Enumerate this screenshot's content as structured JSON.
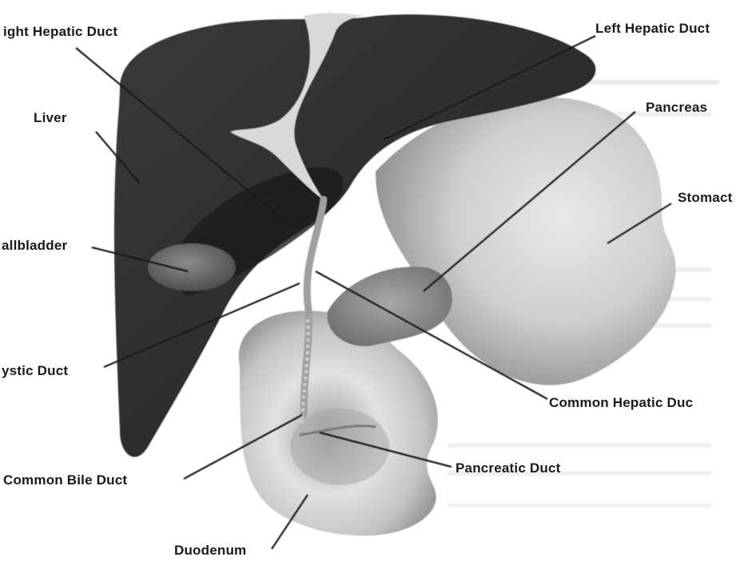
{
  "figure": {
    "labels": {
      "right_hepatic_duct": "ight Hepatic Duct",
      "left_hepatic_duct": "Left Hepatic Duct",
      "liver": "Liver",
      "pancreas": "Pancreas",
      "stomach": "Stomact",
      "gallbladder": "allbladder",
      "cystic_duct": "ystic Duct",
      "common_hepatic_duct": "Common Hepatic Duc",
      "common_bile_duct": "Common Bile Duct",
      "pancreatic_duct": "Pancreatic Duct",
      "duodenum": "Duodenum"
    },
    "colors": {
      "liver": "#2f2f2f",
      "liver_shadow": "#1c1c1c",
      "ducts": "#d9d9d9",
      "stomach": "#cdcdcd",
      "pancreas": "#8a8a8a",
      "gallbladder": "#6e6e6e",
      "duodenum": "#bdbdbd",
      "leader_lines": "#1a1a1a",
      "label_text": "#1a1a1a"
    }
  }
}
